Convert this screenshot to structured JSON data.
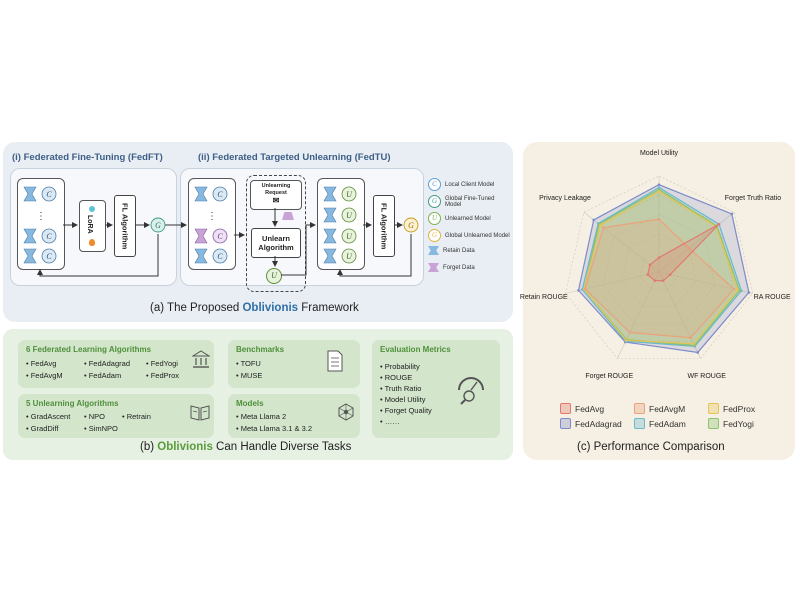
{
  "panel_a": {
    "fedft_title": "(i) Federated Fine-Tuning (FedFT)",
    "fedtu_title": "(ii) Federated Targeted Unlearning (FedTU)",
    "lora_label": "LoRA",
    "fl_algorithm_label": "FL Algorithm",
    "unlearning_request_label": "Unlearning Request",
    "unlearn_algorithm_label": "Unlearn Algorithm",
    "ellipsis": "⋮",
    "legend": [
      {
        "glyph": "C",
        "text": "Local Client Model",
        "color": "#5aa0d8"
      },
      {
        "glyph": "G",
        "text": "Global Fine-Tuned Model",
        "color": "#3f9a8a"
      },
      {
        "glyph": "U",
        "text": "Unlearned Model",
        "color": "#7ab24f"
      },
      {
        "glyph": "G",
        "text": "Global Unlearned Model",
        "color": "#e0b33a"
      },
      {
        "glyph": "",
        "text": "Retain Data",
        "color": "#86b8e0"
      },
      {
        "glyph": "",
        "text": "Forget Data",
        "color": "#c9a3d6"
      }
    ],
    "caption_pre": "(a) The Proposed ",
    "caption_brand": "Oblivionis",
    "caption_post": " Framework"
  },
  "panel_b": {
    "fl_title": "6 Federated Learning Algorithms",
    "fl_items": [
      "• FedAvg",
      "• FedAdagrad",
      "• FedYogi",
      "• FedAvgM",
      "• FedAdam",
      "• FedProx"
    ],
    "ul_title": "5 Unlearning Algorithms",
    "ul_items": [
      "• GradAscent",
      "• NPO",
      "• Retrain",
      "• GradDiff",
      "• SimNPO"
    ],
    "bench_title": "Benchmarks",
    "bench_items": [
      "• TOFU",
      "• MUSE"
    ],
    "models_title": "Models",
    "models_items": [
      "• Meta Llama 2",
      "• Meta Llama 3.1 & 3.2"
    ],
    "eval_title": "Evaluation Metrics",
    "eval_items": [
      "• Probability",
      "• ROUGE",
      "• Truth Ratio",
      "• Model Utility",
      "• Forget Quality",
      "• ……"
    ],
    "caption_pre": "(b) ",
    "caption_brand": "Oblivionis",
    "caption_post": " Can Handle Diverse Tasks"
  },
  "panel_c": {
    "caption": "(c) Performance Comparison"
  },
  "chart_data": {
    "type": "radar",
    "axes": [
      "Model Utility",
      "Forget Truth Ratio",
      "RA ROUGE",
      "WF ROUGE",
      "Forget ROUGE",
      "Retain ROUGE",
      "Privacy Leakage"
    ],
    "rmax": 1.0,
    "grid_levels": 5,
    "series": [
      {
        "name": "FedAvg",
        "color": "#e07a6f",
        "values": [
          0.15,
          0.8,
          0.12,
          0.1,
          0.1,
          0.12,
          0.12
        ]
      },
      {
        "name": "FedAvgM",
        "color": "#eba27a",
        "values": [
          0.55,
          0.4,
          0.8,
          0.76,
          0.7,
          0.79,
          0.74
        ]
      },
      {
        "name": "FedProx",
        "color": "#e6c452",
        "values": [
          0.84,
          0.76,
          0.84,
          0.83,
          0.79,
          0.8,
          0.78
        ]
      },
      {
        "name": "FedAdagrad",
        "color": "#7b8cc9",
        "values": [
          0.91,
          0.97,
          0.96,
          0.93,
          0.81,
          0.86,
          0.87
        ]
      },
      {
        "name": "FedAdam",
        "color": "#69b9cc",
        "values": [
          0.88,
          0.8,
          0.88,
          0.86,
          0.8,
          0.82,
          0.81
        ]
      },
      {
        "name": "FedYogi",
        "color": "#8bc36e",
        "values": [
          0.86,
          0.77,
          0.86,
          0.85,
          0.78,
          0.8,
          0.8
        ]
      }
    ],
    "legend_position": "bottom"
  }
}
